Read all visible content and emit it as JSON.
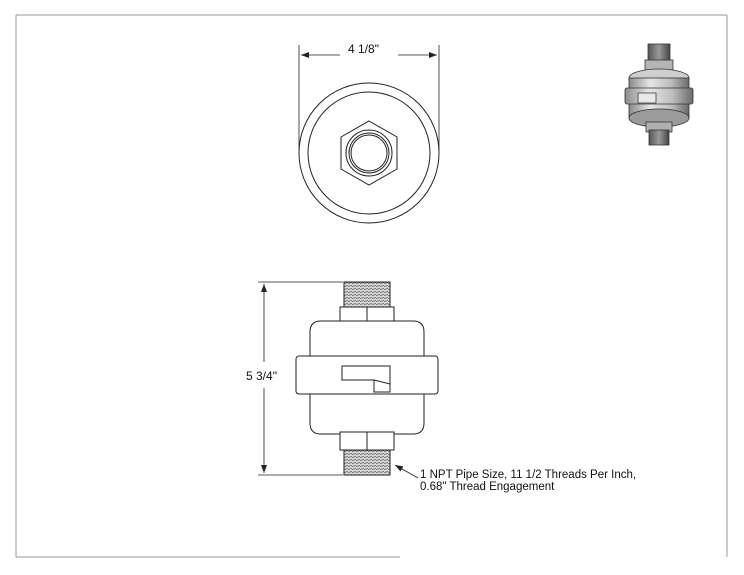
{
  "drawing": {
    "width_dimension": "4 1/8\"",
    "height_dimension": "5 3/4\"",
    "note_line1": "1 NPT Pipe Size, 11 1/2 Threads Per Inch,",
    "note_line2": "0.68\" Thread Engagement"
  },
  "colors": {
    "line": "#222222",
    "border": "#9a9a9a",
    "body_fill": "#ffffff",
    "iso_metal_light": "#d8d8d8",
    "iso_metal_dark": "#6e6e6e"
  }
}
